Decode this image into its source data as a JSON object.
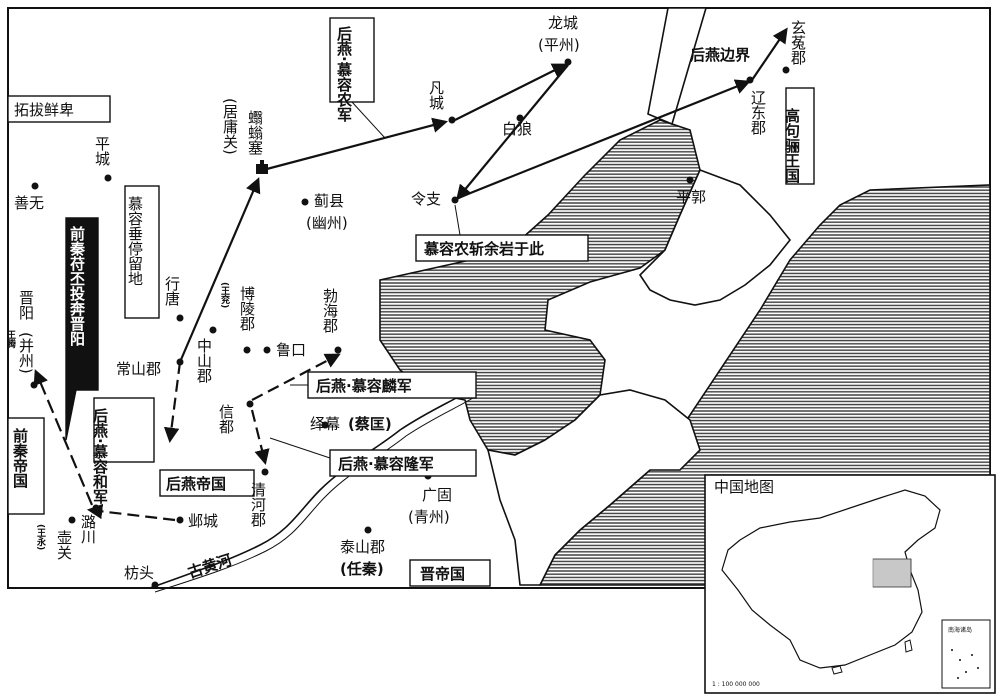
{
  "map": {
    "regions": {
      "tuoba": "拓拔鲜卑",
      "qianqin": "前秦帝国",
      "houyan": "后燕帝国",
      "jin": "晋帝国",
      "goguryeo": "高句骊王国",
      "houyan_border": "后燕边界"
    },
    "places": {
      "xuantu": "玄菟郡",
      "longcheng": "龙城",
      "pingzhou": "(平州)",
      "fancheng": "凡城",
      "bailang": "白狼",
      "lingzhi": "令支",
      "liaodong": "辽东郡",
      "pingguo": "平郭",
      "xitou_sai": "蠮螉塞",
      "juyong": "(居庸关)",
      "jixian": "蓟县",
      "youzhou": "(幽州)",
      "pingcheng": "平城",
      "shanwu": "善无",
      "jinyang": "晋阳",
      "bingzhou": "(并州)",
      "wangteng": "王腾",
      "xingtang": "行唐",
      "bolingjun": "博陵郡",
      "wangyan": "(王兖)",
      "zhongshan": "中山郡",
      "lukou": "鲁口",
      "bohai": "勃海郡",
      "changshan": "常山郡",
      "xindu": "信都",
      "jiangmu": "绎幕",
      "caikuang": "(蔡匡)",
      "qinghe": "清河郡",
      "guanggu": "广固",
      "qingzhou": "(青州)",
      "taishan": "泰山郡",
      "renqin": "(任秦)",
      "yecheng": "邺城",
      "hukuan": "壶关",
      "wangyong": "(王永)",
      "luchuan": "潞川",
      "fangtou": "枋头",
      "guhuanghe": "古黄河"
    },
    "callouts": {
      "murong_nong_army": "后燕·慕容农军",
      "murong_chui_stay": "慕容垂停留地",
      "qianqin_fupi": "前秦苻丕投奔晋阳",
      "murong_he_army": "后燕·慕容和军",
      "murong_lin_army": "后燕·慕容麟军",
      "murong_long_army": "后燕·慕容隆军",
      "nong_kills_yuyan": "慕容农斩余岩于此"
    }
  },
  "inset": {
    "title": "中国地图",
    "scale": "1 : 100 000 000",
    "nanhai": "南海诸岛"
  },
  "colors": {
    "ink": "#111111",
    "sea_hatch": "#444444",
    "highlight": "#c8c8c8"
  }
}
